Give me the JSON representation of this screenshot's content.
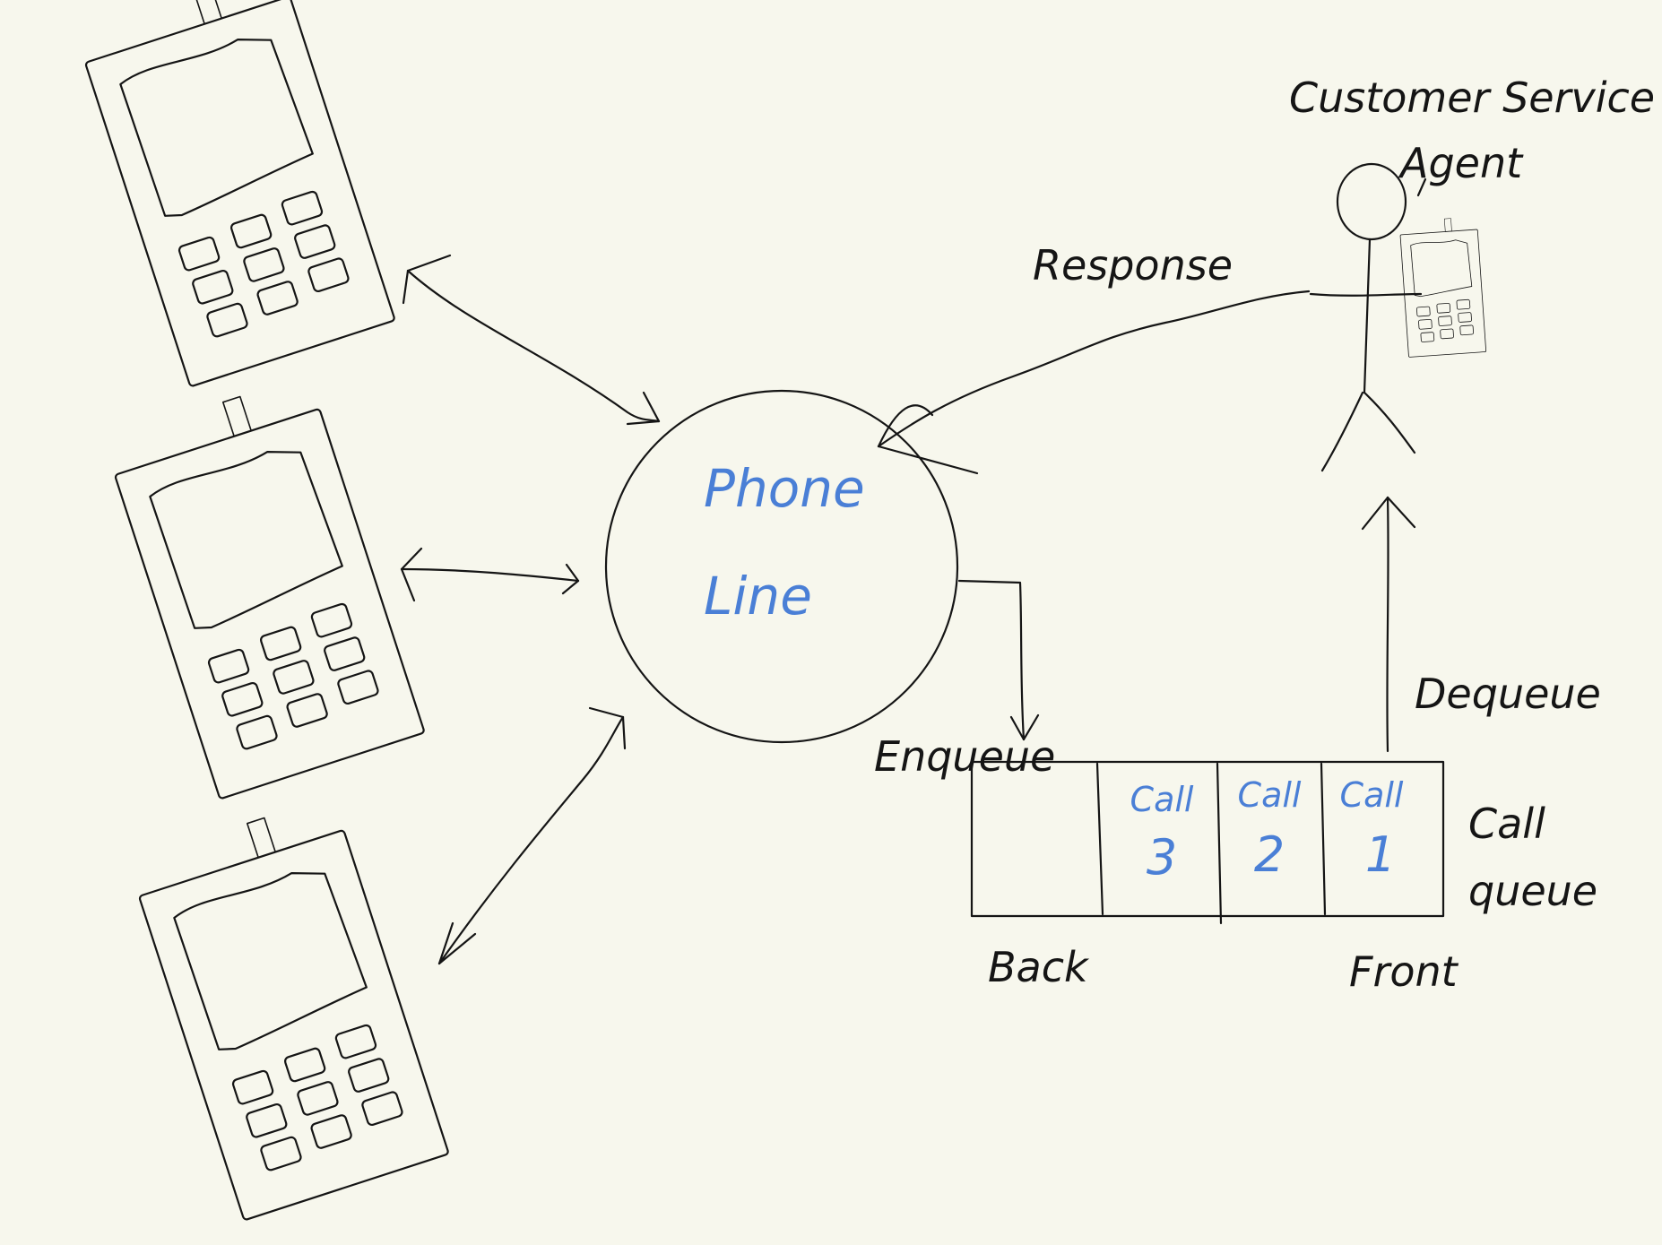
{
  "colors": {
    "background": "#f7f7ed",
    "ink": "#151515",
    "blue_ink": "#4a7fd6",
    "queue_fill": "#dcdcd4"
  },
  "center": {
    "line1": "Phone",
    "line2": "Line"
  },
  "agent": {
    "label_line1": "Customer Service",
    "label_line2": "Agent"
  },
  "edges": {
    "response": "Response",
    "enqueue": "Enqueue",
    "dequeue": "Dequeue"
  },
  "queue": {
    "label_line1": "Call",
    "label_line2": "queue",
    "back": "Back",
    "front": "Front",
    "slots": [
      {
        "top": "",
        "bottom": ""
      },
      {
        "top": "Call",
        "bottom": "3"
      },
      {
        "top": "Call",
        "bottom": "2"
      },
      {
        "top": "Call",
        "bottom": "1"
      }
    ]
  }
}
